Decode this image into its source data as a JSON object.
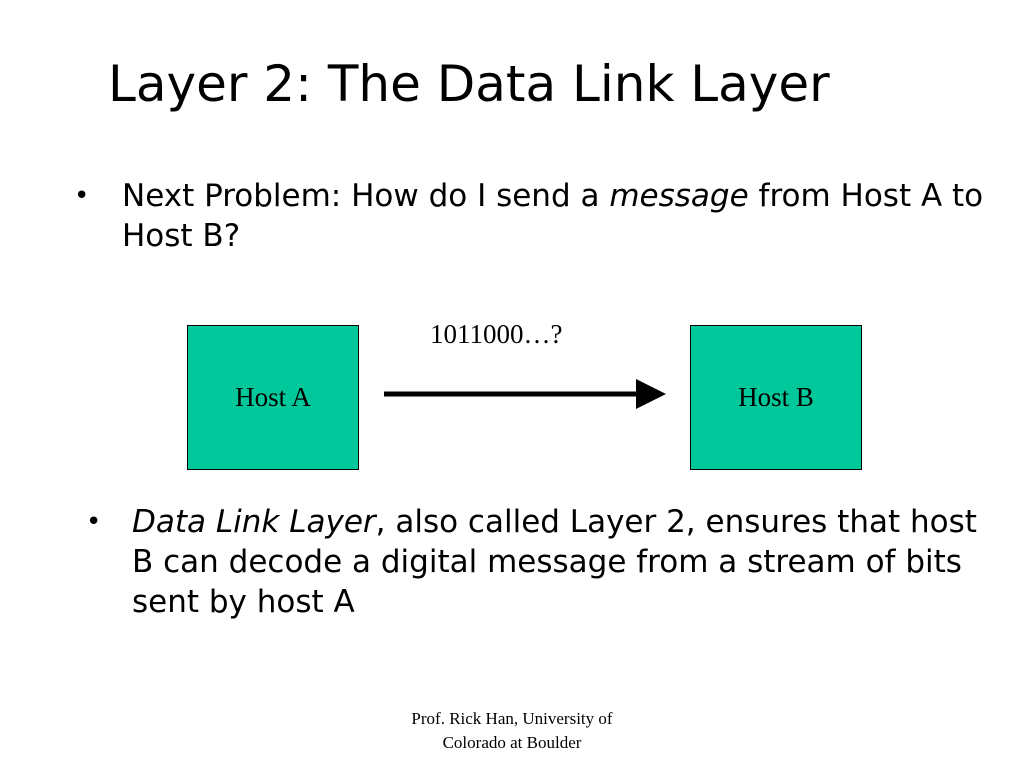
{
  "slide": {
    "title": "Layer 2: The Data Link Layer",
    "bullet1": {
      "before": "Next Problem: How do I send a ",
      "emphasis": "message",
      "after": " from Host A to Host B?"
    },
    "diagram": {
      "host_a": "Host A",
      "host_b": "Host B",
      "bits_label": "1011000…?"
    },
    "bullet2": {
      "emphasis": "Data Link Layer",
      "after": ", also called Layer 2, ensures that host B can decode a digital message from a stream of bits sent by host A"
    },
    "footer": {
      "line1": "Prof. Rick Han, University of",
      "line2": "Colorado at Boulder"
    },
    "colors": {
      "host_fill": "#00C89B"
    }
  }
}
